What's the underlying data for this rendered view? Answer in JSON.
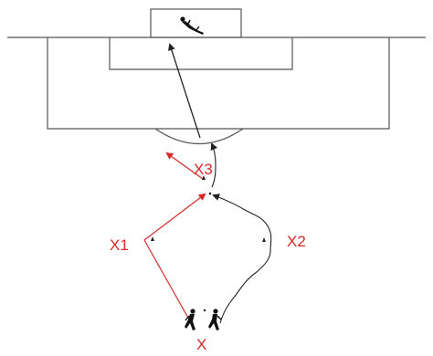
{
  "labels": {
    "x": "X",
    "x1": "X1",
    "x2": "X2",
    "x3": "X3"
  },
  "colors": {
    "red": "#d42a2a",
    "line": "#222222",
    "field": "#555555"
  },
  "icons": [
    "goalkeeper-icon",
    "player-icon",
    "cone-icon"
  ]
}
